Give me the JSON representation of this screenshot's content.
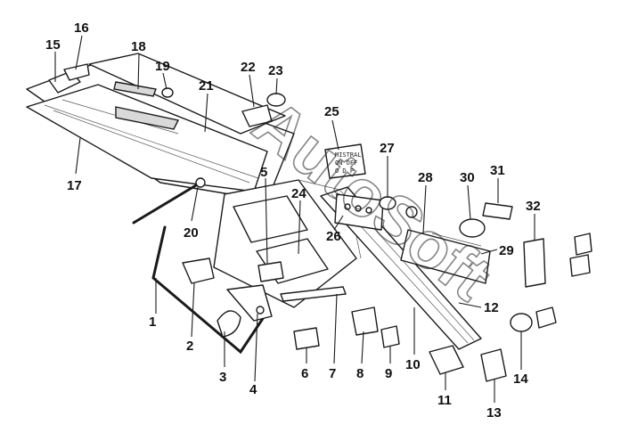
{
  "callouts": [
    "1",
    "2",
    "3",
    "4",
    "5",
    "6",
    "7",
    "8",
    "9",
    "10",
    "11",
    "12",
    "13",
    "14",
    "15",
    "16",
    "17",
    "18",
    "19",
    "20",
    "21",
    "22",
    "23",
    "24",
    "25",
    "26",
    "27",
    "28",
    "29",
    "30",
    "31",
    "32"
  ],
  "watermark": "AutoSoft",
  "plate_lines": [
    "MISTRAL",
    "ON OFF",
    "O D P"
  ]
}
